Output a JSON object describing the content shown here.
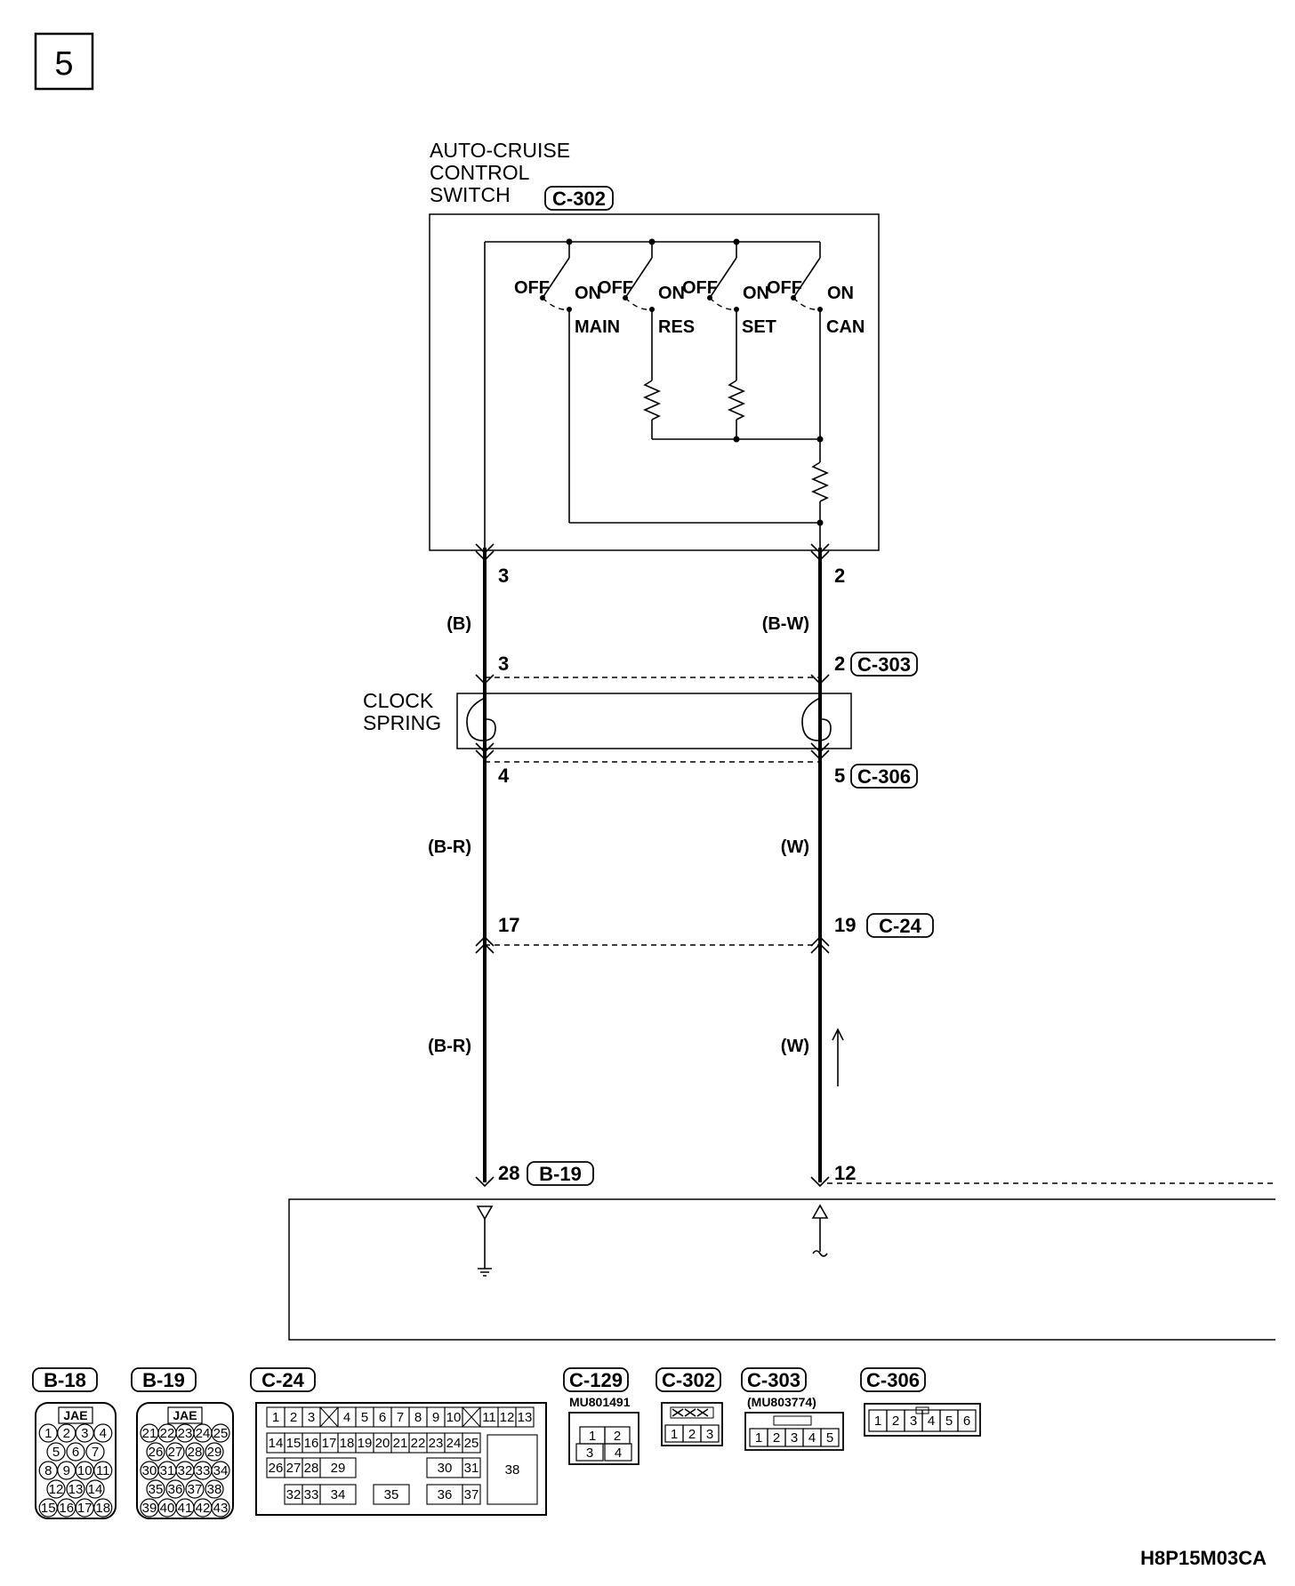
{
  "page_number": "5",
  "switch": {
    "title_line1": "AUTO-CRUISE",
    "title_line2": "CONTROL",
    "title_line3": "SWITCH",
    "connector": "C-302",
    "off_label": "OFF",
    "on_label": "ON",
    "contacts": [
      "MAIN",
      "RES",
      "SET",
      "CAN"
    ]
  },
  "pins": {
    "left_top": "3",
    "right_top": "2",
    "left_c303": "3",
    "right_c303": "2",
    "left_c306": "4",
    "right_c306": "5",
    "left_c24": "17",
    "right_c24": "19",
    "left_b19": "28",
    "right_bottom": "12"
  },
  "wires": {
    "left_1": "(B)",
    "right_1": "(B-W)",
    "left_2": "(B-R)",
    "right_2": "(W)",
    "left_3": "(B-R)",
    "right_3": "(W)"
  },
  "connectors_inline": {
    "c303": "C-303",
    "c306": "C-306",
    "c24": "C-24",
    "b19": "B-19"
  },
  "clock_spring": {
    "line1": "CLOCK",
    "line2": "SPRING"
  },
  "legend": {
    "b18": {
      "tag": "B-18",
      "maker": "JAE",
      "rows": [
        [
          "1",
          "2",
          "3",
          "4"
        ],
        [
          "5",
          "6",
          "7"
        ],
        [
          "8",
          "9",
          "10",
          "11"
        ],
        [
          "12",
          "13",
          "14"
        ],
        [
          "15",
          "16",
          "17",
          "18"
        ]
      ]
    },
    "b19": {
      "tag": "B-19",
      "maker": "JAE",
      "rows": [
        [
          "21",
          "22",
          "23",
          "24",
          "25"
        ],
        [
          "26",
          "27",
          "28",
          "29"
        ],
        [
          "30",
          "31",
          "32",
          "33",
          "34"
        ],
        [
          "35",
          "36",
          "37",
          "38"
        ],
        [
          "39",
          "40",
          "41",
          "42",
          "43"
        ]
      ]
    },
    "c24": {
      "tag": "C-24",
      "row1": [
        "1",
        "2",
        "3",
        "",
        "4",
        "5",
        "6",
        "7",
        "8",
        "9",
        "10",
        "",
        "11",
        "12",
        "13"
      ],
      "row2": [
        "14",
        "15",
        "16",
        "17",
        "18",
        "19",
        "20",
        "21",
        "22",
        "23",
        "24",
        "25"
      ],
      "row3": [
        "26",
        "27",
        "28",
        "29",
        "30",
        "31",
        "38"
      ],
      "row4": [
        "32",
        "33",
        "34",
        "35",
        "36",
        "37"
      ]
    },
    "c129": {
      "tag": "C-129",
      "part": "MU801491",
      "pins": [
        "1",
        "2",
        "3",
        "4"
      ]
    },
    "c302": {
      "tag": "C-302",
      "pins": [
        "1",
        "2",
        "3"
      ]
    },
    "c303": {
      "tag": "C-303",
      "part": "(MU803774)",
      "pins": [
        "1",
        "2",
        "3",
        "4",
        "5"
      ]
    },
    "c306": {
      "tag": "C-306",
      "pins": [
        "1",
        "2",
        "3",
        "4",
        "5",
        "6"
      ]
    }
  },
  "diagram_code": "H8P15M03CA"
}
